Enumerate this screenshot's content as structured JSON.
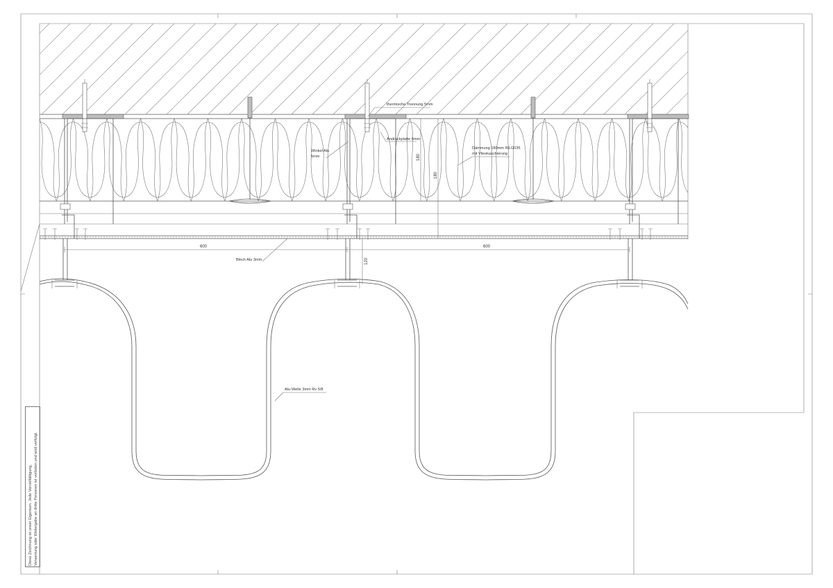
{
  "labels": {
    "thermal_separation": "thermische Trennung 5mm",
    "bracket": "Winkel Alu",
    "bracket_thickness": "5mm",
    "pressure_plate": "Andruckplatte 6mm",
    "insulation_line1": "Dämmung 180mm WLG035",
    "insulation_line2": "mit Vlieskaschierung",
    "sheet": "Blech Alu 3mm",
    "wave": "Alu-Welle 3mm Rv 5/8"
  },
  "dimensions": {
    "span_left": "600",
    "span_right": "600",
    "insulation_depth": "180",
    "cavity_depth": "180",
    "offset_depth": "120"
  },
  "note": {
    "line1": "Diese Zeichnung ist unser Eigentum. Jede Vervielfältigung,",
    "line2": "Verwertung oder Weitergabe an dritte Personen ist verboten und wird verfolgt."
  }
}
